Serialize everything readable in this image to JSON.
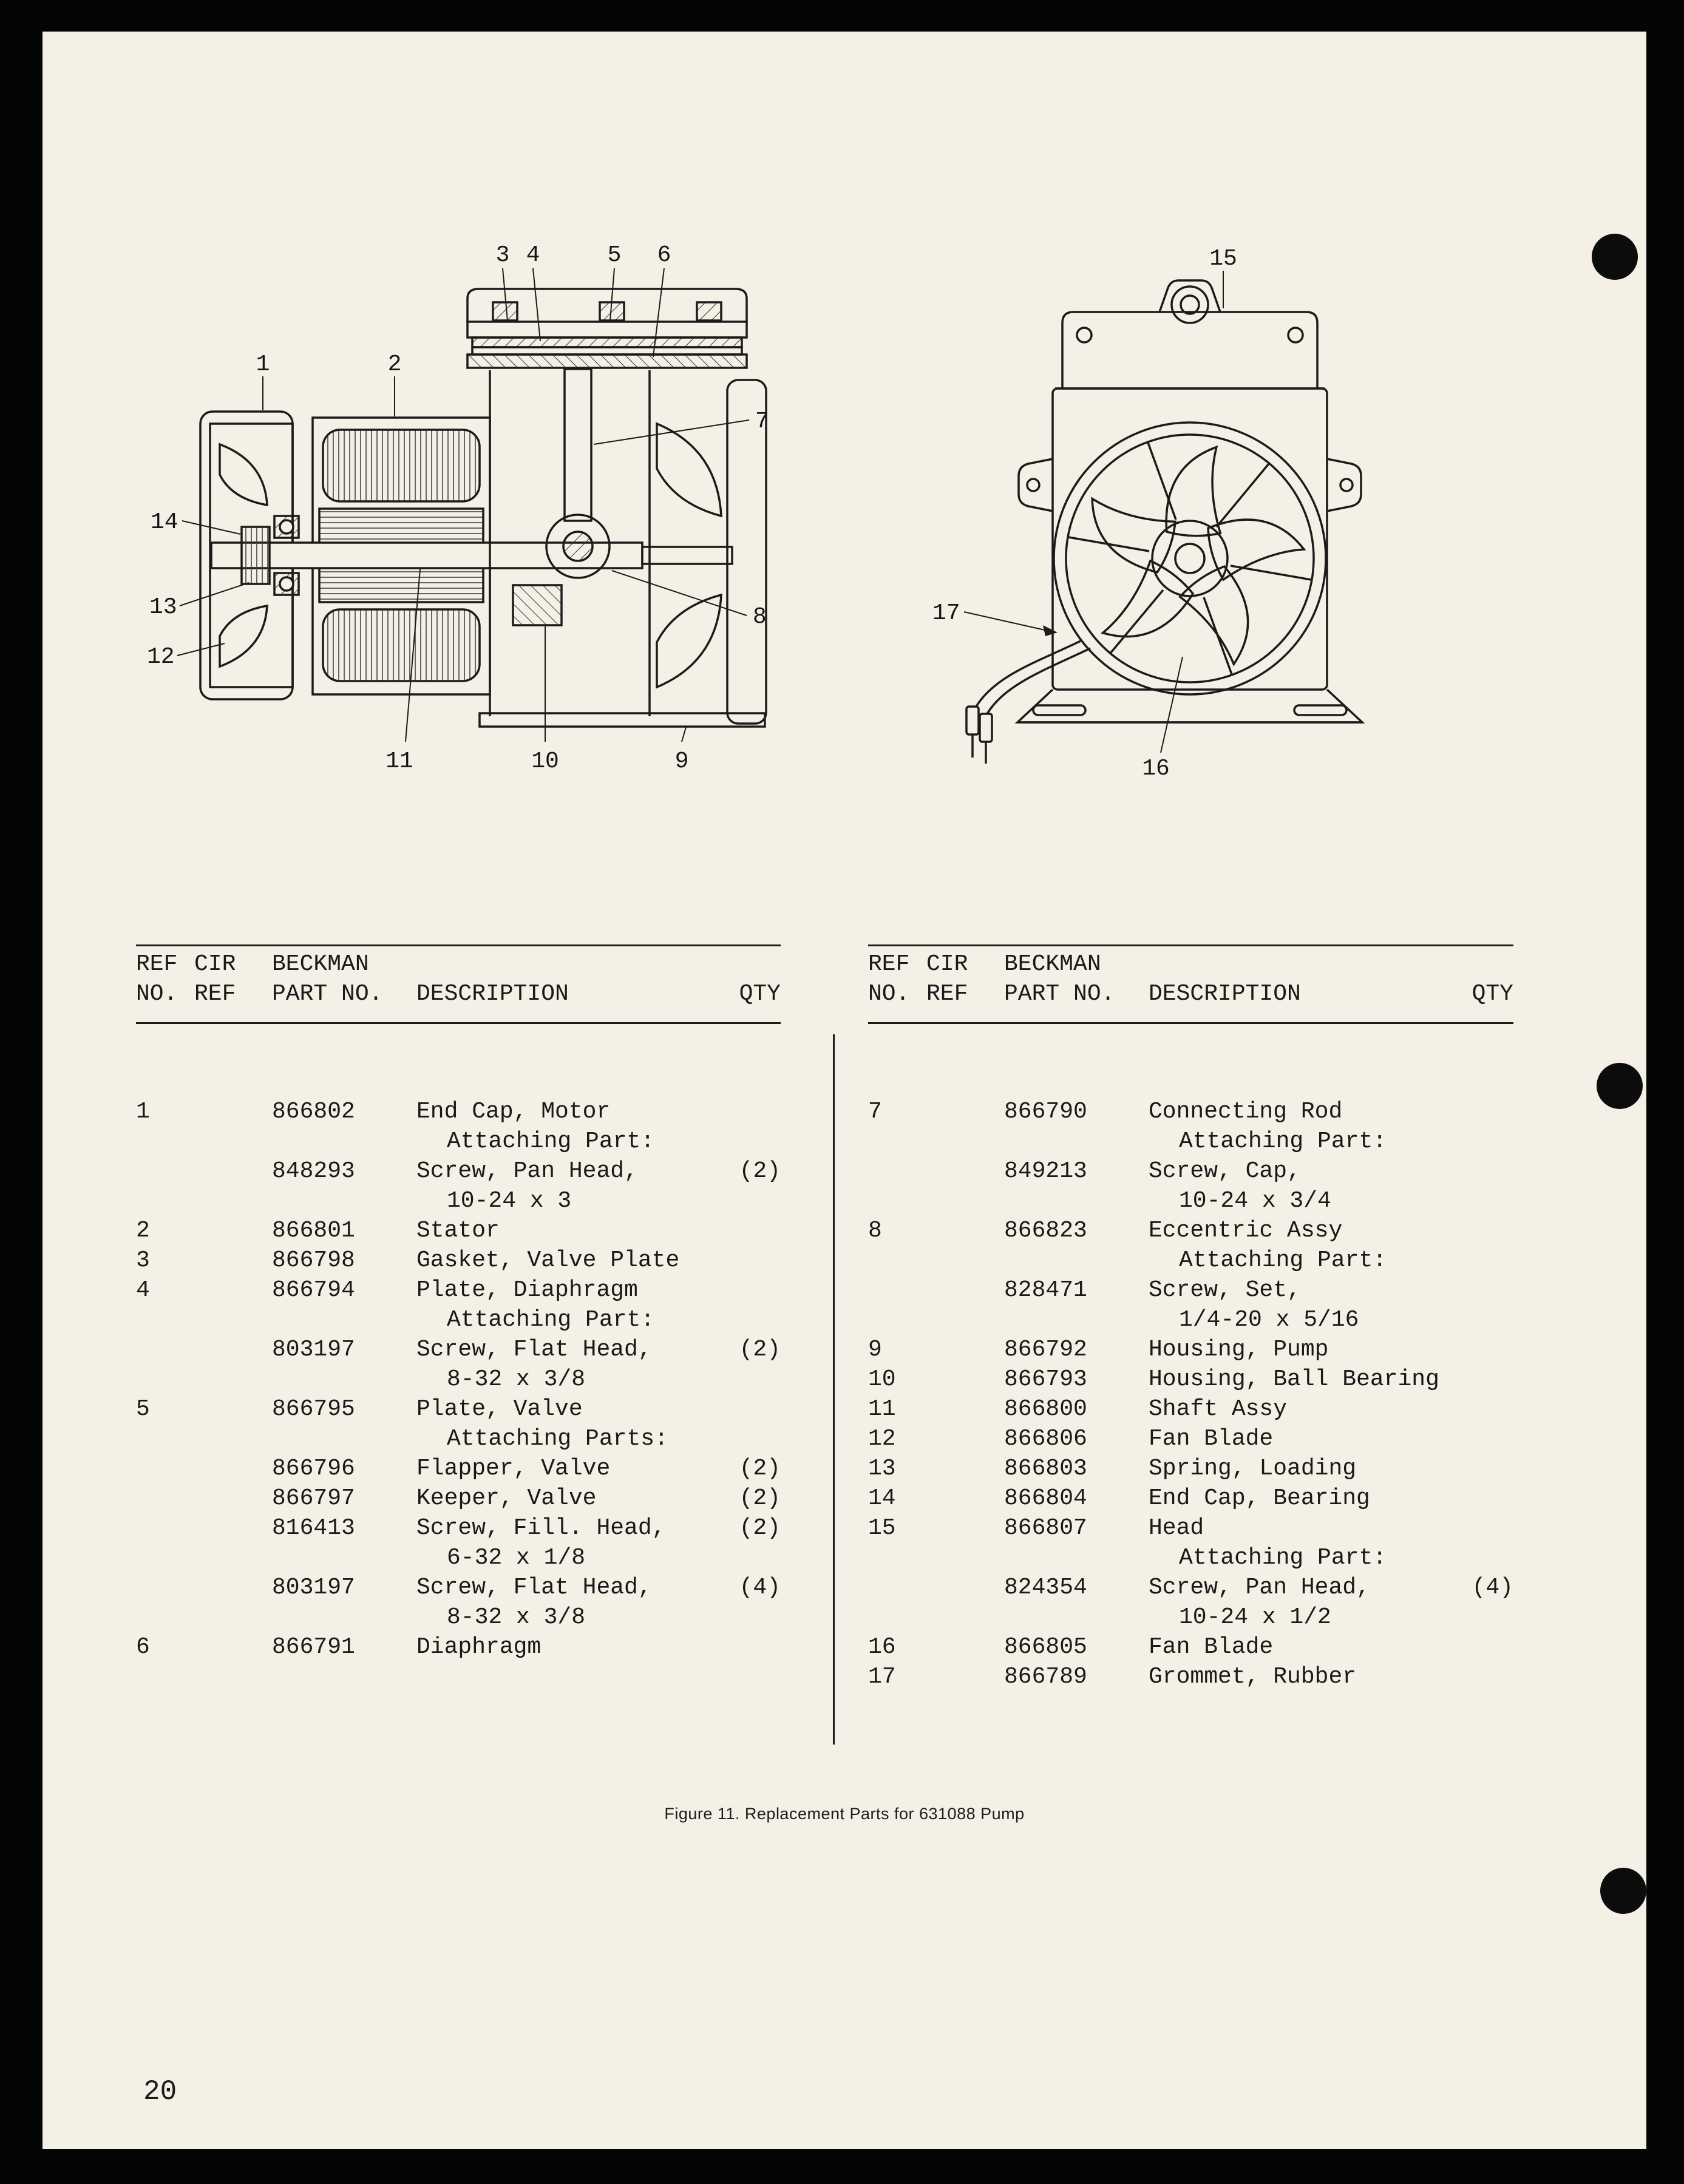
{
  "page": {
    "number": "20",
    "caption": "Figure 11. Replacement Parts for 631088 Pump"
  },
  "colors": {
    "paper": "#f4f0e5",
    "ink": "#1b1b1b",
    "scan_background": "#050505"
  },
  "table_header": {
    "ref1": "REF",
    "cir1": "CIR",
    "beckman1": "BECKMAN",
    "no2": "NO.",
    "ref2": "REF",
    "part2": "PART NO.",
    "desc2": "DESCRIPTION",
    "qty2": "QTY"
  },
  "parts_left": [
    {
      "ref": "1",
      "part": "866802",
      "desc": "End Cap, Motor",
      "qty": "",
      "indent": false
    },
    {
      "ref": "",
      "part": "",
      "desc": "Attaching Part:",
      "qty": "",
      "indent": true
    },
    {
      "ref": "",
      "part": "848293",
      "desc": "Screw, Pan Head,",
      "qty": "(2)",
      "indent": false
    },
    {
      "ref": "",
      "part": "",
      "desc": "10-24 x 3",
      "qty": "",
      "indent": true
    },
    {
      "ref": "2",
      "part": "866801",
      "desc": "Stator",
      "qty": "",
      "indent": false
    },
    {
      "ref": "3",
      "part": "866798",
      "desc": "Gasket, Valve Plate",
      "qty": "",
      "indent": false
    },
    {
      "ref": "4",
      "part": "866794",
      "desc": "Plate, Diaphragm",
      "qty": "",
      "indent": false
    },
    {
      "ref": "",
      "part": "",
      "desc": "Attaching Part:",
      "qty": "",
      "indent": true
    },
    {
      "ref": "",
      "part": "803197",
      "desc": "Screw, Flat Head,",
      "qty": "(2)",
      "indent": false
    },
    {
      "ref": "",
      "part": "",
      "desc": "8-32 x 3/8",
      "qty": "",
      "indent": true
    },
    {
      "ref": "5",
      "part": "866795",
      "desc": "Plate, Valve",
      "qty": "",
      "indent": false
    },
    {
      "ref": "",
      "part": "",
      "desc": "Attaching Parts:",
      "qty": "",
      "indent": true
    },
    {
      "ref": "",
      "part": "866796",
      "desc": "Flapper, Valve",
      "qty": "(2)",
      "indent": false
    },
    {
      "ref": "",
      "part": "866797",
      "desc": "Keeper, Valve",
      "qty": "(2)",
      "indent": false
    },
    {
      "ref": "",
      "part": "816413",
      "desc": "Screw, Fill. Head,",
      "qty": "(2)",
      "indent": false
    },
    {
      "ref": "",
      "part": "",
      "desc": "6-32 x 1/8",
      "qty": "",
      "indent": true
    },
    {
      "ref": "",
      "part": "803197",
      "desc": "Screw, Flat Head,",
      "qty": "(4)",
      "indent": false
    },
    {
      "ref": "",
      "part": "",
      "desc": "8-32 x 3/8",
      "qty": "",
      "indent": true
    },
    {
      "ref": "6",
      "part": "866791",
      "desc": "Diaphragm",
      "qty": "",
      "indent": false
    }
  ],
  "parts_right": [
    {
      "ref": "7",
      "part": "866790",
      "desc": "Connecting Rod",
      "qty": "",
      "indent": false
    },
    {
      "ref": "",
      "part": "",
      "desc": "Attaching Part:",
      "qty": "",
      "indent": true
    },
    {
      "ref": "",
      "part": "849213",
      "desc": "Screw, Cap,",
      "qty": "",
      "indent": false
    },
    {
      "ref": "",
      "part": "",
      "desc": "10-24 x 3/4",
      "qty": "",
      "indent": true
    },
    {
      "ref": "8",
      "part": "866823",
      "desc": "Eccentric Assy",
      "qty": "",
      "indent": false
    },
    {
      "ref": "",
      "part": "",
      "desc": "Attaching Part:",
      "qty": "",
      "indent": true
    },
    {
      "ref": "",
      "part": "828471",
      "desc": "Screw, Set,",
      "qty": "",
      "indent": false
    },
    {
      "ref": "",
      "part": "",
      "desc": "1/4-20 x 5/16",
      "qty": "",
      "indent": true
    },
    {
      "ref": "9",
      "part": "866792",
      "desc": "Housing, Pump",
      "qty": "",
      "indent": false
    },
    {
      "ref": "10",
      "part": "866793",
      "desc": "Housing, Ball Bearing",
      "qty": "",
      "indent": false
    },
    {
      "ref": "11",
      "part": "866800",
      "desc": "Shaft Assy",
      "qty": "",
      "indent": false
    },
    {
      "ref": "12",
      "part": "866806",
      "desc": "Fan Blade",
      "qty": "",
      "indent": false
    },
    {
      "ref": "13",
      "part": "866803",
      "desc": "Spring, Loading",
      "qty": "",
      "indent": false
    },
    {
      "ref": "14",
      "part": "866804",
      "desc": "End Cap, Bearing",
      "qty": "",
      "indent": false
    },
    {
      "ref": "15",
      "part": "866807",
      "desc": "Head",
      "qty": "",
      "indent": false
    },
    {
      "ref": "",
      "part": "",
      "desc": "Attaching Part:",
      "qty": "",
      "indent": true
    },
    {
      "ref": "",
      "part": "824354",
      "desc": "Screw, Pan Head,",
      "qty": "(4)",
      "indent": false
    },
    {
      "ref": "",
      "part": "",
      "desc": "10-24 x 1/2",
      "qty": "",
      "indent": true
    },
    {
      "ref": "16",
      "part": "866805",
      "desc": "Fan Blade",
      "qty": "",
      "indent": false
    },
    {
      "ref": "17",
      "part": "866789",
      "desc": "Grommet, Rubber",
      "qty": "",
      "indent": false
    }
  ],
  "callouts": {
    "c1": "1",
    "c2": "2",
    "c3": "3",
    "c4": "4",
    "c5": "5",
    "c6": "6",
    "c7": "7",
    "c8": "8",
    "c9": "9",
    "c10": "10",
    "c11": "11",
    "c12": "12",
    "c13": "13",
    "c14": "14",
    "c15": "15",
    "c16": "16",
    "c17": "17"
  }
}
